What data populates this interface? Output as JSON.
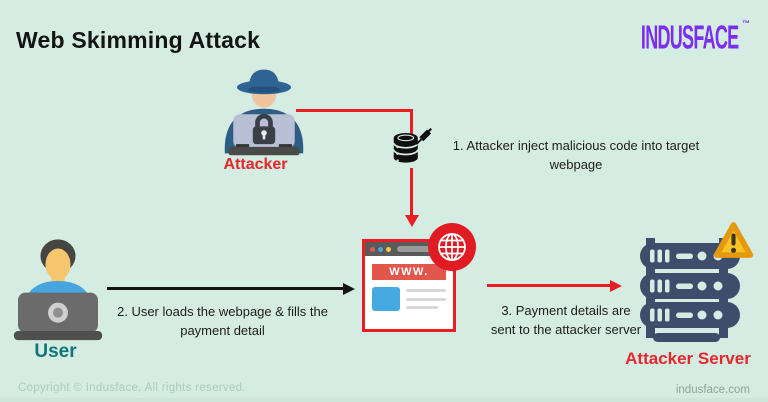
{
  "header": {
    "title": "Web Skimming Attack",
    "brand": "INDUSFACE",
    "brand_tm": "™"
  },
  "actors": {
    "attacker": {
      "label": "Attacker"
    },
    "user": {
      "label": "User"
    },
    "attacker_server": {
      "label": "Attacker Server"
    }
  },
  "browser": {
    "url_text": "WWW."
  },
  "steps": [
    {
      "text": "1.  Attacker inject malicious code into target webpage"
    },
    {
      "text": "2. User loads the webpage & fills the payment detail"
    },
    {
      "text": "3. Payment details are sent to the attacker server"
    }
  ],
  "footer": {
    "copyright": "Copyright © Indusface, All rights reserved.",
    "website": "indusface.com"
  },
  "colors": {
    "background": "#d5ece2",
    "accent_red": "#ec1c24",
    "label_red": "#e8262d",
    "teal": "#0e7578",
    "brand_purple": "#7c2ef0",
    "server_navy": "#3f4d6d",
    "warning_yellow": "#f7c325"
  }
}
